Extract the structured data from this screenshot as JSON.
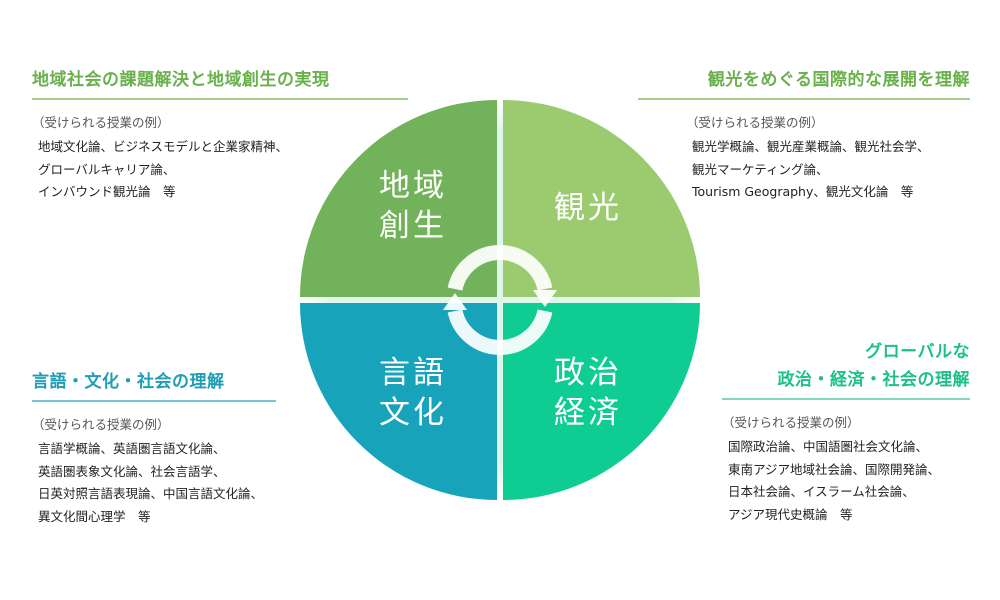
{
  "sections": {
    "top_left": {
      "heading": "地域社会の課題解決と地域創生の実現",
      "sub": "（受けられる授業の例）",
      "courses": [
        "地域文化論、ビジネスモデルと企業家精神、",
        "グローバルキャリア論、",
        "インバウンド観光論　等"
      ]
    },
    "top_right": {
      "heading": "観光をめぐる国際的な展開を理解",
      "sub": "（受けられる授業の例）",
      "courses": [
        "観光学概論、観光産業概論、観光社会学、",
        "観光マーケティング論、",
        "Tourism Geography、観光文化論　等"
      ]
    },
    "bottom_left": {
      "heading": "言語・文化・社会の理解",
      "sub": "（受けられる授業の例）",
      "courses": [
        "言語学概論、英語圏言語文化論、",
        "英語圏表象文化論、社会言語学、",
        "日英対照言語表現論、中国言語文化論、",
        "異文化間心理学　等"
      ]
    },
    "bottom_right": {
      "heading_line1": "グローバルな",
      "heading_line2": "政治・経済・社会の理解",
      "sub": "（受けられる授業の例）",
      "courses": [
        "国際政治論、中国語圏社会文化論、",
        "東南アジア地域社会論、国際開発論、",
        "日本社会論、イスラーム社会論、",
        "アジア現代史概論　等"
      ]
    }
  },
  "quadrants": {
    "top_left": {
      "line1": "地域",
      "line2": "創生",
      "color": "#72b25a"
    },
    "top_right": {
      "line1": "観光",
      "line2": "",
      "color": "#9bcb6e"
    },
    "bottom_left": {
      "line1": "言語",
      "line2": "文化",
      "color": "#17a4bb"
    },
    "bottom_right": {
      "line1": "政治",
      "line2": "経済",
      "color": "#0fcc92"
    }
  },
  "cycle_icon": "circular-arrows-icon"
}
